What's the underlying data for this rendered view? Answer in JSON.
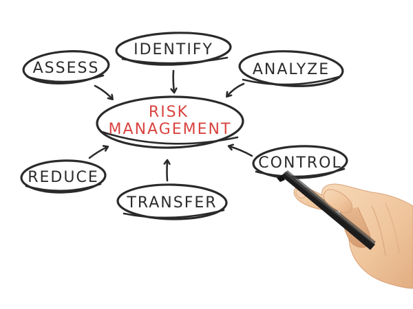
{
  "diagram": {
    "center": {
      "line1": "RISK",
      "line2": "MANAGEMENT",
      "color": "#d9433f"
    },
    "nodes": [
      {
        "id": "identify",
        "label": "IDENTIFY"
      },
      {
        "id": "assess",
        "label": "ASSESS"
      },
      {
        "id": "analyze",
        "label": "ANALYZE"
      },
      {
        "id": "reduce",
        "label": "REDUCE"
      },
      {
        "id": "transfer",
        "label": "TRANSFER"
      },
      {
        "id": "control",
        "label": "CONTROL"
      }
    ],
    "ink_color": "#2a2a2a",
    "illustration": [
      "hand-icon",
      "marker-pen-icon"
    ]
  }
}
